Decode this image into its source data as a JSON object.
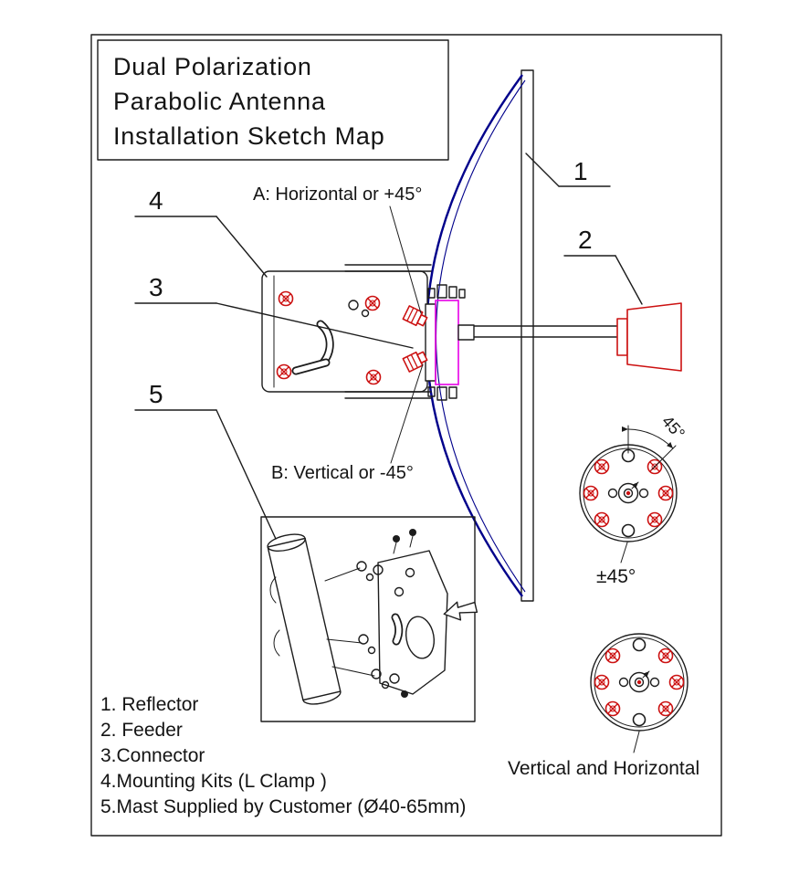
{
  "title_block": {
    "lines": [
      "Dual Polarization",
      "Parabolic Antenna",
      "Installation Sketch Map"
    ]
  },
  "callouts": {
    "item1": "1",
    "item2": "2",
    "item3": "3",
    "item4": "4",
    "item5": "5",
    "port_a": "A: Horizontal or +45°",
    "port_b": "B: Vertical or -45°"
  },
  "rear_views": {
    "angle_dim": "45°",
    "plus_minus_45": "±45°",
    "vertical_horizontal": "Vertical and Horizontal"
  },
  "legend": {
    "items": [
      "1. Reflector",
      "2. Feeder",
      "3.Connector",
      "4.Mounting Kits (L Clamp )",
      "5.Mast Supplied by Customer (Ø40-65mm)"
    ]
  },
  "colors": {
    "line": "#1c1c1c",
    "bolt_red": "#cc1111",
    "feeder_red": "#cc1111",
    "dish_blue": "#00008b",
    "hub_magenta": "#e800e8"
  }
}
